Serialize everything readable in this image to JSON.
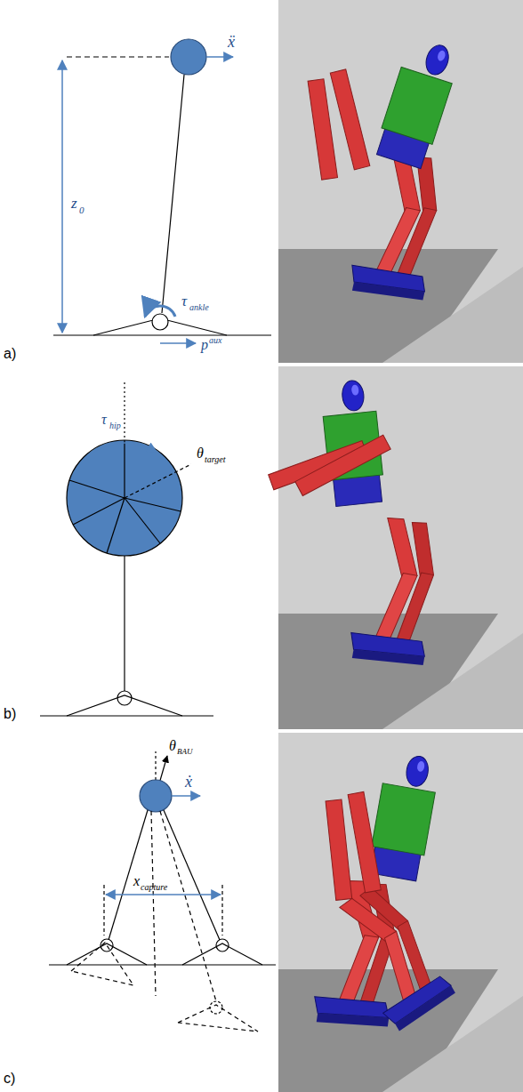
{
  "diagram": {
    "labels": [
      "a)",
      "ẍ",
      "z",
      "0",
      "τ",
      "ankle",
      "p",
      "aux",
      "b)",
      "τ",
      "hip",
      "θ",
      "target",
      "c)",
      "θ",
      "BAU",
      "ẋ",
      "x",
      "capture"
    ]
  }
}
